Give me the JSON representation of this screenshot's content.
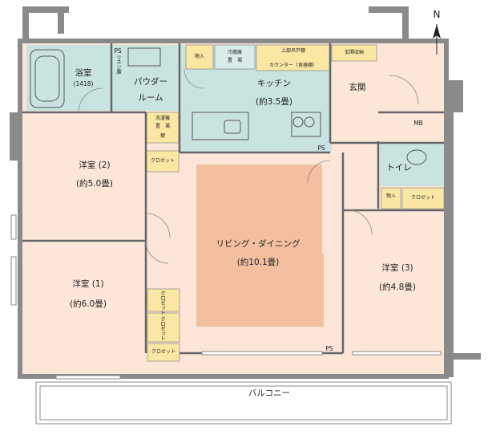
{
  "compass": {
    "label": "N"
  },
  "rooms": {
    "bath": {
      "name": "浴室",
      "size": "(1418)"
    },
    "powder": {
      "line1": "パウダー",
      "line2": "ルーム"
    },
    "kitchen": {
      "name": "キッチン",
      "size": "(約3.5畳)"
    },
    "entrance": {
      "name": "玄関"
    },
    "toilet": {
      "name": "トイレ"
    },
    "western2": {
      "name": "洋室 (2)",
      "size": "(約5.0畳)"
    },
    "western1": {
      "name": "洋室 (1)",
      "size": "(約6.0畳)"
    },
    "western3": {
      "name": "洋室 (3)",
      "size": "(約4.8畳)"
    },
    "ldk": {
      "name": "リビング・ダイニング",
      "size": "(約10.1畳)"
    },
    "balcony": {
      "name": "バルコニー"
    }
  },
  "small_labels": {
    "ps_top": "PS",
    "ps_mid": "PS",
    "ps_bottom": "PS",
    "mb": "MB",
    "storage_kitchen": "物入",
    "storage_west3": "物入",
    "fridge_line1": "冷蔵庫",
    "fridge_line2": "置　場",
    "upper_cabinet": "上部吊戸棚",
    "counter": "カウンター（食器棚）",
    "shoe_cabinet": "玄関収納",
    "washer_line1": "洗濯機",
    "washer_line2": "置　場",
    "shelf": "棚",
    "closet_w2": "クロゼット",
    "closet_w3": "クロゼット",
    "closet_w1_a": "クロゼット",
    "closet_w1_b": "クロゼット",
    "closet_w1_c": "クロゼット",
    "linen": "リネン庫"
  },
  "colors": {
    "wall": "#8a8a8a",
    "water": "#c9e3e0",
    "floor": "#fbe6d8",
    "ldk_rug": "#f3bf9e",
    "storage": "#fbe7a4",
    "line": "#555555"
  }
}
